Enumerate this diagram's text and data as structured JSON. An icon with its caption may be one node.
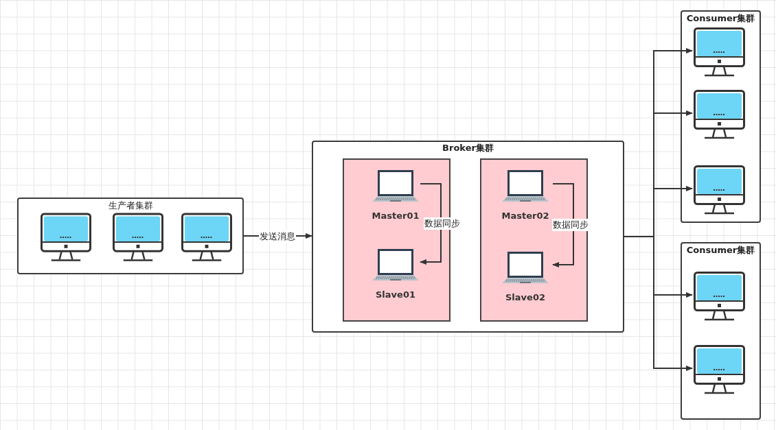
{
  "diagram": {
    "nodes": [
      {
        "text": [
          "生产者集群"
        ]
      },
      {
        "text": [],
        "shape": "picture",
        "in": 0
      },
      {
        "text": [],
        "shape": "picture",
        "in": 0
      },
      {
        "text": [],
        "shape": "picture",
        "in": 0
      },
      {
        "text": [
          "Broker集群"
        ]
      },
      {
        "text": [],
        "shape": "box",
        "in": 4
      },
      {
        "text": [
          "Master01"
        ],
        "in": 5
      },
      {
        "text": [
          "Slave01"
        ],
        "in": 5
      },
      {
        "text": [],
        "shape": "box",
        "in": 4
      },
      {
        "text": [
          "Master02"
        ],
        "in": 8
      },
      {
        "text": [
          "Slave02"
        ],
        "in": 8
      },
      {
        "text": [
          "Consumer集群"
        ]
      },
      {
        "text": [],
        "shape": "picture",
        "in": 11
      },
      {
        "text": [],
        "shape": "picture",
        "in": 11
      },
      {
        "text": [],
        "shape": "picture",
        "in": 11
      },
      {
        "text": [
          "Consumer集群"
        ]
      },
      {
        "text": [],
        "shape": "picture",
        "in": 15
      },
      {
        "text": [],
        "shape": "picture",
        "in": 15
      }
    ],
    "edges": [
      {
        "from": 0,
        "to": 4,
        "arrow": "to",
        "label": "发送消息"
      },
      {
        "from": 6,
        "to": 7,
        "arrow": "to",
        "label": "数据同步"
      },
      {
        "from": 9,
        "to": 10,
        "arrow": "to",
        "label": "数据同步"
      },
      {
        "from": 4,
        "to": 12,
        "arrow": "to"
      },
      {
        "from": 4,
        "to": 13,
        "arrow": "to"
      },
      {
        "from": 4,
        "to": 14,
        "arrow": "to"
      },
      {
        "from": 4,
        "to": 16,
        "arrow": "to"
      },
      {
        "from": 4,
        "to": 17,
        "arrow": "to"
      }
    ]
  }
}
